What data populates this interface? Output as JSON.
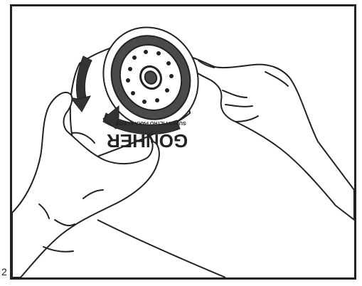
{
  "figure": {
    "number": "2",
    "illustration": "oil-filter-installation",
    "brand_text": "GONHER",
    "subtitle_text": "SUPER FILTRO PARA ACEITE",
    "colors": {
      "line": "#222222",
      "arrow": "#333333",
      "gasket": "#4a4a4a",
      "background": "#ffffff"
    }
  }
}
